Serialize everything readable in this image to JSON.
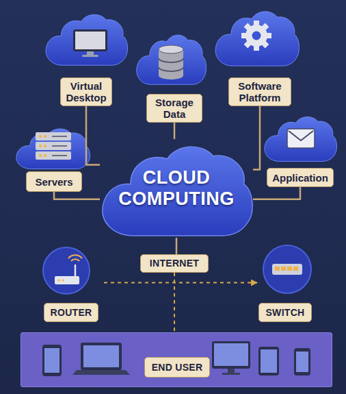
{
  "diagram": {
    "nodes": [
      {
        "text": [
          "Virtual Desktop"
        ]
      },
      {
        "text": [
          "Storage Data"
        ]
      },
      {
        "text": [
          "Software Platform"
        ]
      },
      {
        "text": [
          "Servers"
        ]
      },
      {
        "text": [
          "Application"
        ]
      },
      {
        "text": [
          "CLOUD COMPUTING"
        ]
      },
      {
        "text": [
          "INTERNET"
        ]
      },
      {
        "text": [
          "ROUTER"
        ]
      },
      {
        "text": [
          "SWITCH"
        ]
      },
      {
        "text": [
          "END USER"
        ]
      }
    ],
    "edges": [
      {
        "from": 0,
        "to": 5,
        "arrow": "none"
      },
      {
        "from": 1,
        "to": 5,
        "arrow": "none"
      },
      {
        "from": 2,
        "to": 5,
        "arrow": "none"
      },
      {
        "from": 3,
        "to": 5,
        "arrow": "none"
      },
      {
        "from": 4,
        "to": 5,
        "arrow": "none"
      },
      {
        "from": 5,
        "to": 6,
        "arrow": "none"
      },
      {
        "from": 6,
        "to": 9,
        "arrow": "none"
      },
      {
        "from": 7,
        "to": 8,
        "arrow": "to"
      }
    ]
  }
}
